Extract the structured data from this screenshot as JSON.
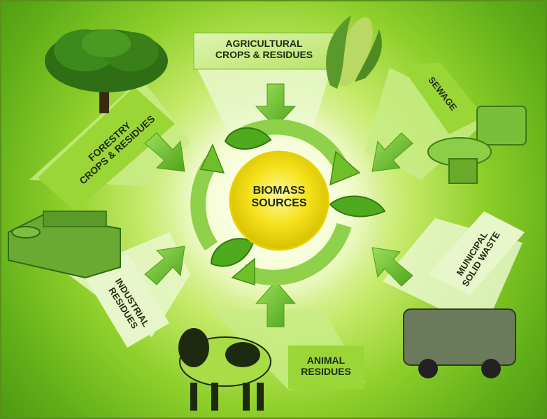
{
  "center": {
    "title": "BIOMASS\nSOURCES"
  },
  "sources": {
    "agricultural": "AGRICULTURAL\nCROPS & RESIDUES",
    "forestry": "FORESTRY\nCROPS & RESIDUES",
    "sewage": "SEWAGE",
    "industrial": "INDUSTRIAL\nRESIDUES",
    "municipal": "MUNICIPAL\nSOLID WASTE",
    "animal": "ANIMAL\nRESIDUES"
  },
  "colors": {
    "accent": "#7cc520",
    "arrow": "#6abf2e",
    "sun": "#f5e21a",
    "panel": "#a8dd45"
  },
  "icons": [
    "tree-icon",
    "corn-icon",
    "toilet-icon",
    "factory-icon",
    "garbage-truck-icon",
    "cow-icon"
  ]
}
